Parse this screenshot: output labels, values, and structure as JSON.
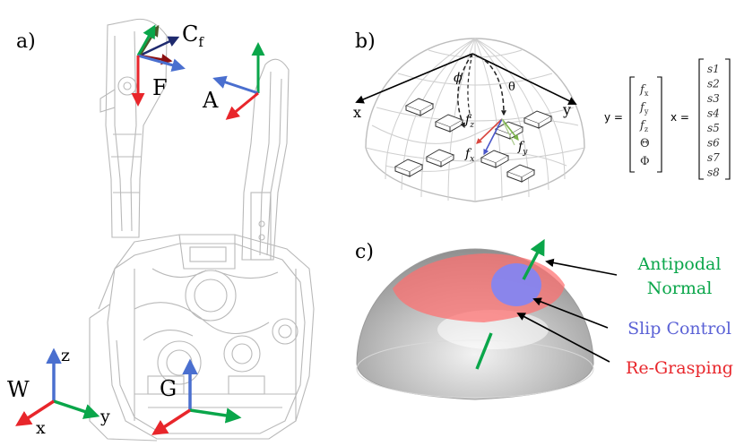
{
  "panels": {
    "a": {
      "label": "a)"
    },
    "b": {
      "label": "b)"
    },
    "c": {
      "label": "c)"
    }
  },
  "frames": {
    "cf_main": "C",
    "cf_sub": "f",
    "f": "F",
    "a": "A",
    "w": "W",
    "g": "G"
  },
  "axes": {
    "x": "x",
    "y": "y",
    "z": "z"
  },
  "panel_b": {
    "x": "x",
    "y": "y",
    "phi": "ϕ",
    "theta": "θ",
    "fz": "f",
    "fz_sub": "z",
    "fx": "f",
    "fx_sub": "x",
    "fy": "f",
    "fy_sub": "y",
    "y_eq": "y =",
    "x_eq": "x =",
    "y_vec": [
      "f",
      "f",
      "f",
      "Θ",
      "Φ"
    ],
    "y_vec_sub": [
      "x",
      "y",
      "z",
      "",
      ""
    ],
    "x_vec": [
      "s1",
      "s2",
      "s3",
      "s4",
      "s5",
      "s6",
      "s7",
      "s8"
    ]
  },
  "panel_c": {
    "antipodal_line1": "Antipodal",
    "antipodal_line2": "Normal",
    "slip": "Slip Control",
    "regrasp": "Re-Grasping"
  },
  "colors": {
    "red": "#e8262b",
    "green": "#0aa64a",
    "blue": "#4a6fcf",
    "navy": "#1e2a6e",
    "olive": "#4a5a2a",
    "dark_red": "#8b0f10",
    "antipodal_text": "#0aa64a",
    "slip_text": "#5b62d6",
    "regrasp_text": "#e8262b"
  }
}
